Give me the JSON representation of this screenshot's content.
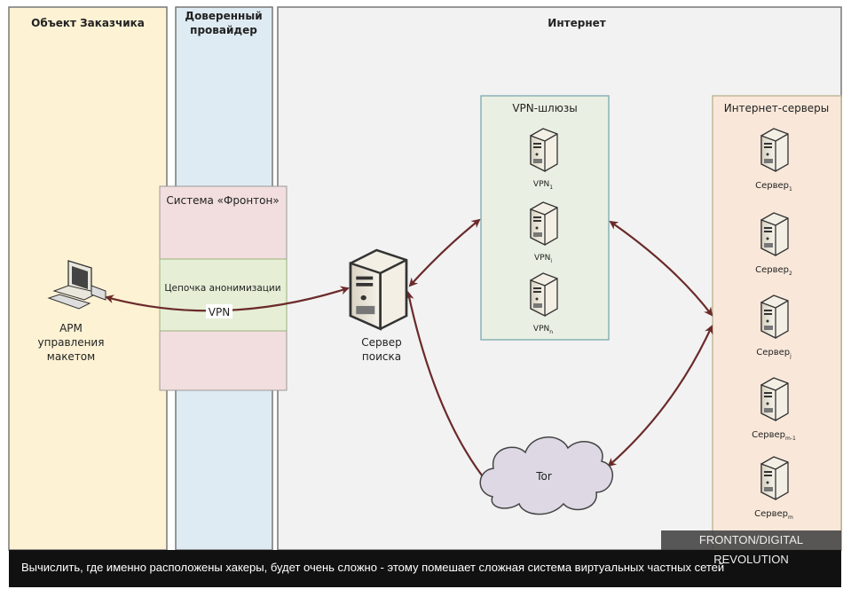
{
  "zones": {
    "customer": "Объект Заказчика",
    "provider_line1": "Доверенный",
    "provider_line2": "провайдер",
    "internet": "Интернет"
  },
  "fronton": {
    "title": "Система «Фронтон»",
    "chain": "Цепочка анонимизации",
    "vpn": "VPN"
  },
  "workstation": {
    "line1": "АРМ",
    "line2": "управления",
    "line3": "макетом"
  },
  "search_server": {
    "line1": "Сервер",
    "line2": "поиска"
  },
  "vpn_gateways": {
    "title": "VPN-шлюзы",
    "items": [
      {
        "name": "VPN",
        "sub": "1"
      },
      {
        "name": "VPN",
        "sub": "i"
      },
      {
        "name": "VPN",
        "sub": "n"
      }
    ]
  },
  "internet_servers": {
    "title": "Интернет-серверы",
    "items": [
      {
        "name": "Сервер",
        "sub": "1"
      },
      {
        "name": "Сервер",
        "sub": "2"
      },
      {
        "name": "Сервер",
        "sub": "j"
      },
      {
        "name": "Сервер",
        "sub": "m-1"
      },
      {
        "name": "Сервер",
        "sub": "m"
      }
    ]
  },
  "tor": "Tor",
  "credit": "FRONTON/DIGITAL REVOLUTION",
  "caption": "Вычислить, где именно расположены хакеры, будет очень сложно - этому помешает сложная система виртуальных частных сетей",
  "colors": {
    "customer_zone": "#fdf2d4",
    "provider_zone": "#deebf2",
    "internet_zone": "#f2f2f2",
    "fronton_box": "#f2dede",
    "chain_box": "#e6efd6",
    "vpn_box": "#e9efe2",
    "servers_box": "#f9e8da",
    "arrow": "#6b2a2a"
  }
}
